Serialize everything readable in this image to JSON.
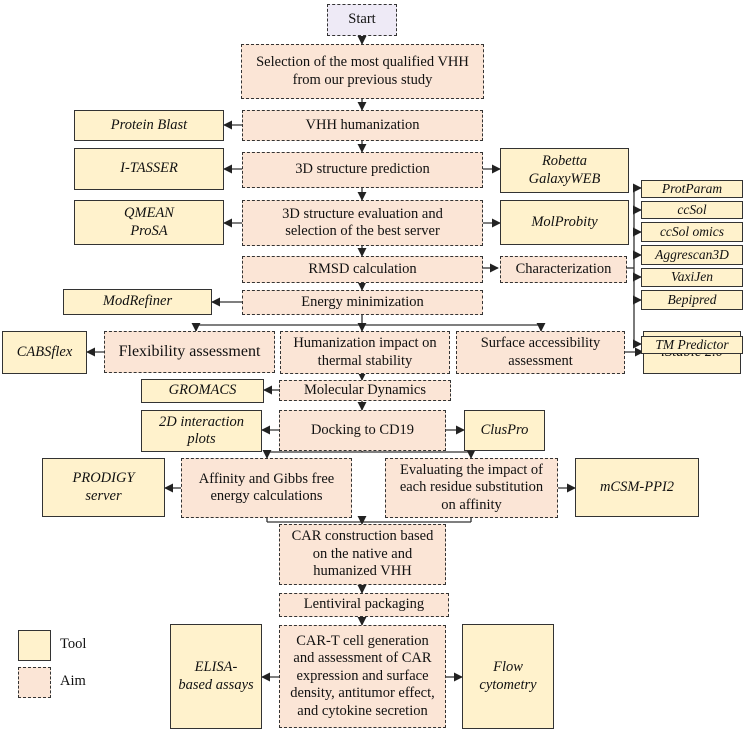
{
  "nodes": {
    "start": "Start",
    "selection": [
      "Selection of the most qualified VHH",
      "from our previous study"
    ],
    "humanization": "VHH humanization",
    "protein_blast": "Protein Blast",
    "structure_prediction": "3D structure prediction",
    "itasser": "I-TASSER",
    "robetta": [
      "Robetta",
      "GalaxyWEB"
    ],
    "structure_evaluation": [
      "3D structure evaluation and",
      "selection of the best server"
    ],
    "qmean": [
      "QMEAN",
      "ProSA"
    ],
    "molprobity": "MolProbity",
    "rmsd": "RMSD calculation",
    "characterization": "Characterization",
    "char_tools": [
      "ProtParam",
      "ccSol",
      "ccSol omics",
      "Aggrescan3D",
      "VaxiJen",
      "Bepipred",
      "TM Predictor"
    ],
    "energy_min": "Energy minimization",
    "modrefiner": "ModRefiner",
    "flexibility": "Flexibility assessment",
    "cabsflex": "CABSflex",
    "humanization_impact": [
      "Humanization impact on",
      "thermal stability"
    ],
    "surface": [
      "Surface accessibility",
      "assessment"
    ],
    "istable": "iStable 2.0",
    "md": "Molecular Dynamics",
    "gromacs": "GROMACS",
    "docking": "Docking to CD19",
    "interaction_plots": [
      "2D interaction",
      "plots"
    ],
    "cluspro": "ClusPro",
    "affinity": [
      "Affinity and Gibbs free",
      "energy calculations"
    ],
    "prodigy": [
      "PRODIGY",
      "server"
    ],
    "residue_impact": [
      "Evaluating the impact of",
      "each residue substitution",
      "on affinity"
    ],
    "mcsm": "mCSM-PPI2",
    "car_construction": [
      "CAR construction based",
      "on the native and",
      "humanized VHH"
    ],
    "lentiviral": "Lentiviral packaging",
    "cart": [
      "CAR-T cell generation",
      "and assessment of CAR",
      "expression and surface",
      "density, antitumor effect,",
      "and cytokine secretion"
    ],
    "elisa": [
      "ELISA-",
      "based assays"
    ],
    "flow": [
      "Flow",
      "cytometry"
    ]
  },
  "legend": {
    "tool": "Tool",
    "aim": "Aim"
  },
  "colors": {
    "aim_fill": "#fbe5d6",
    "tool_fill": "#fff2cc",
    "start_fill": "#eeeaf6",
    "line": "#333333"
  }
}
